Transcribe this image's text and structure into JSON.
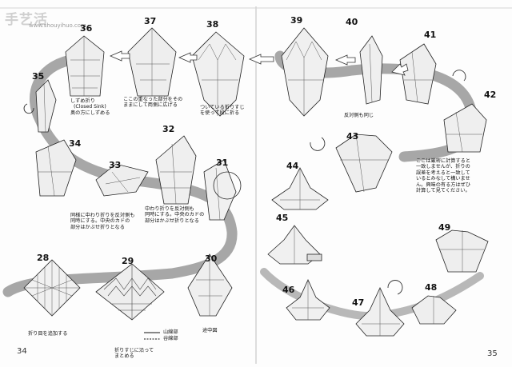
{
  "watermark": {
    "text": "手艺活",
    "url": "www.shouyihuo.com"
  },
  "page_numbers": {
    "left": "34",
    "right": "35"
  },
  "steps": {
    "s28": "28",
    "s29": "29",
    "s30": "30",
    "s31": "31",
    "s32": "32",
    "s33": "33",
    "s34": "34",
    "s35": "35",
    "s36": "36",
    "s37": "37",
    "s38": "38",
    "s39": "39",
    "s40": "40",
    "s41": "41",
    "s42": "42",
    "s43": "43",
    "s44": "44",
    "s45": "45",
    "s46": "46",
    "s47": "47",
    "s48": "48",
    "s49": "49"
  },
  "notes": {
    "closed_sink_1": "しずめ折り",
    "closed_sink_2": "(Closed Sink)",
    "closed_sink_3": "奥の方にしずめる",
    "spread_1": "ここの重なった部分をその",
    "spread_2": "ままにして両側に広げる",
    "crease_1": "ついている折りすじ",
    "crease_2": "を使って段に折る",
    "reverse_side": "反対側も同じ",
    "calc_1": "ここは厳密に計算すると",
    "calc_2": "一致しませんが、折りの",
    "calc_3": "誤差を考えると一致して",
    "calc_4": "いるとみなして構いませ",
    "calc_5": "ん。興味の有る方はぜひ",
    "calc_6": "計算して見てください。",
    "inside_1": "同様に中わり折りを反対側も",
    "inside_2": "同時にする。中央のカドの",
    "inside_3": "部分はかぶせ折りとなる",
    "middle_1": "中わり折りを反対側も",
    "middle_2": "同時にする。中央のカドの",
    "middle_3": "部分はかぶせ折りとなる",
    "add_crease": "折り目を追加する",
    "along_1": "折りすじに沿って",
    "along_2": "まとめる",
    "in_progress": "途中図"
  },
  "legend": {
    "mountain": "山線部",
    "valley": "谷線部"
  }
}
